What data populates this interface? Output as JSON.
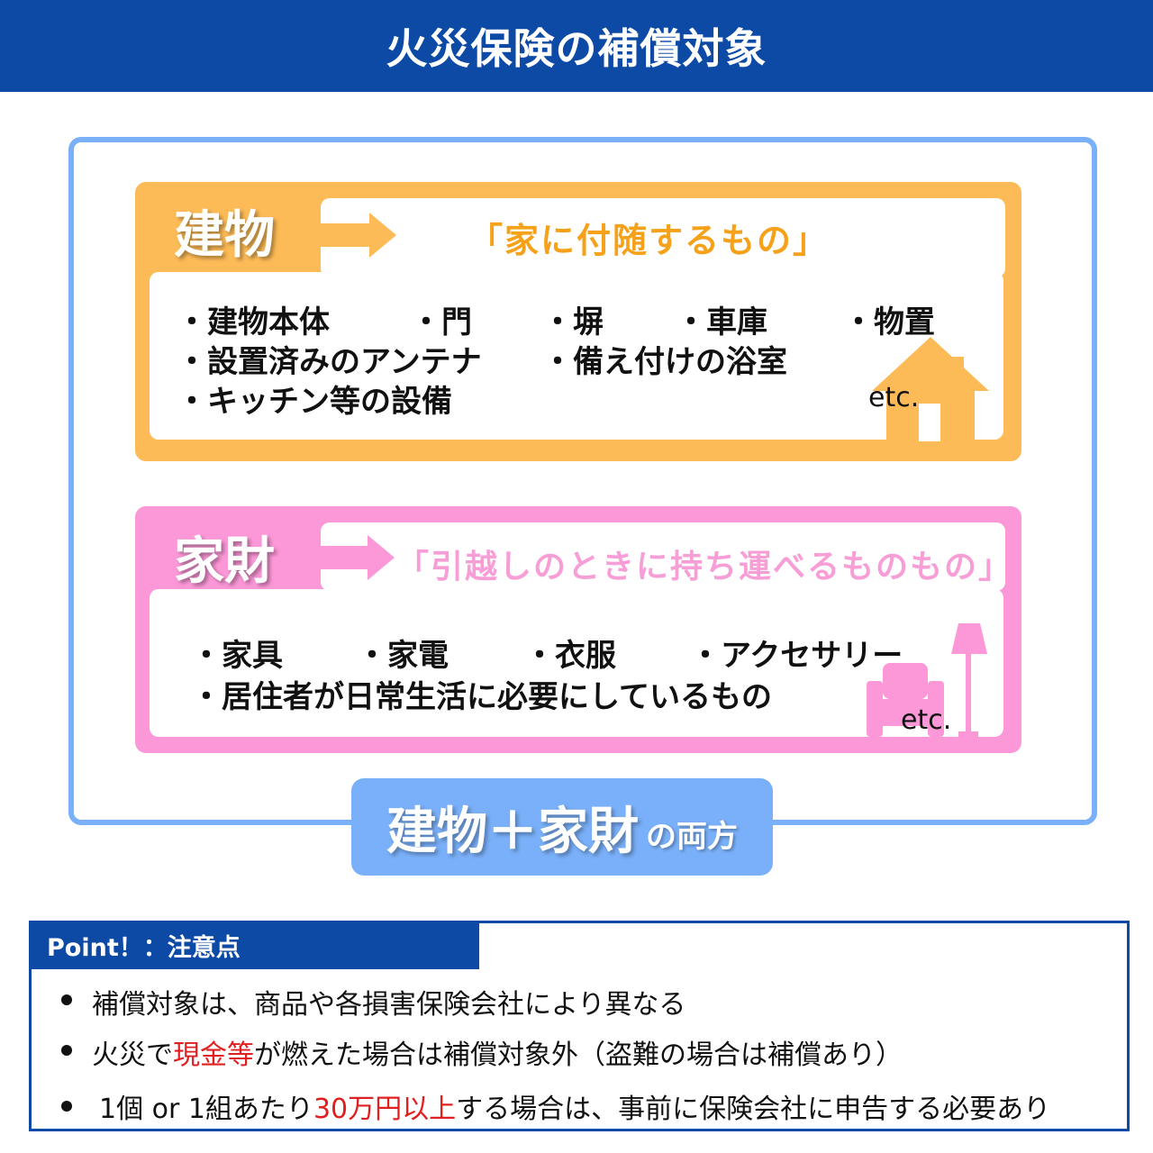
{
  "header": {
    "title": "火災保険の補償対象"
  },
  "building": {
    "tag": "建物",
    "subtitle": "「家に付随するもの」",
    "items": [
      "・建物本体",
      "・門",
      "・塀",
      "・車庫",
      "・物置",
      "・設置済みのアンテナ",
      "・備え付けの浴室",
      "・キッチン等の設備"
    ],
    "etc": "etc.",
    "icon": "house-icon"
  },
  "contents": {
    "tag": "家財",
    "subtitle": "「引越しのときに持ち運べるものもの」",
    "items": [
      "・家具",
      "・家電",
      "・衣服",
      "・アクセサリー",
      "・居住者が日常生活に必要にしているもの"
    ],
    "etc": "etc.",
    "icon": "sofa-lamp-icon"
  },
  "both": {
    "main": "建物＋家財",
    "sub": "の両方"
  },
  "point": {
    "title": "Point！：注意点",
    "rows": [
      {
        "text": "補償対象は、商品や各損害保険会社により異なる"
      },
      {
        "before": "火災で",
        "highlight": "現金等",
        "after": "が燃えた場合は補償対象外（盗難の場合は補償あり）"
      },
      {
        "before": "1個 or 1組あたり",
        "highlight": "30万円以上",
        "after": "する場合は、事前に保険会社に申告する必要あり"
      }
    ]
  },
  "colors": {
    "header": "#0c4aa6",
    "orange": "#fdbb57",
    "pink": "#fd98d8",
    "light_blue": "#7ab0f9",
    "highlight_red": "#e02020"
  }
}
